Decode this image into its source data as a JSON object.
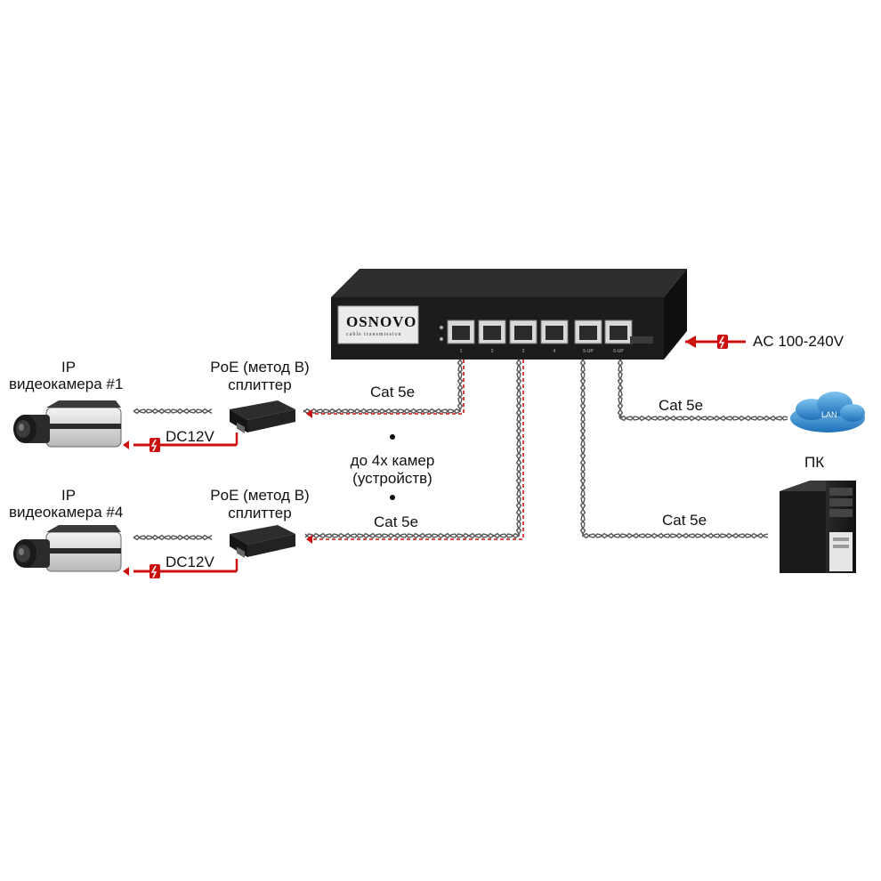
{
  "switch": {
    "brand": "OSNOVO",
    "tagline": "cable transmission",
    "port_labels": [
      "1",
      "2",
      "3",
      "4",
      "5-UP",
      "6-UP"
    ]
  },
  "power_in": {
    "label": "AC 100-240V"
  },
  "camera1": {
    "title_line1": "IP",
    "title_line2": "видеокамера #1"
  },
  "camera4": {
    "title_line1": "IP",
    "title_line2": "видеокамера #4"
  },
  "splitter1": {
    "line1": "PoE (метод B)",
    "line2": "сплиттер",
    "dc_label": "DC12V"
  },
  "splitter4": {
    "line1": "PoE (метод B)",
    "line2": "сплиттер",
    "dc_label": "DC12V"
  },
  "cable_labels": {
    "cam1": "Cat 5e",
    "cam4": "Cat 5e",
    "lan": "Cat 5e",
    "pc": "Cat 5e"
  },
  "middle_note": {
    "line1": "до 4х камер",
    "line2": "(устройств)"
  },
  "lan_cloud": {
    "label": "LAN"
  },
  "pc": {
    "label": "ПК"
  },
  "colors": {
    "poe_power": "#cc1111",
    "cable": "#555555",
    "switch_body": "#1c1c1c"
  }
}
